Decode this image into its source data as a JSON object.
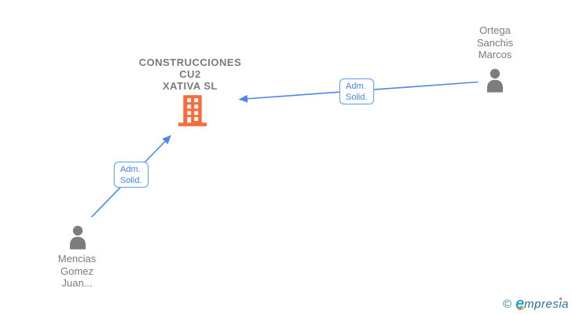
{
  "diagram": {
    "company": {
      "name": "CONSTRUCCIONES CU2 XATIVA SL",
      "name_lines": [
        "CONSTRUCCIONES",
        "CU2",
        "XATIVA SL"
      ],
      "icon": "building-icon"
    },
    "persons": [
      {
        "name": "Ortega Sanchis Marcos",
        "name_lines": [
          "Ortega",
          "Sanchis",
          "Marcos"
        ],
        "icon": "person-icon"
      },
      {
        "name": "Mencias Gomez Juan...",
        "name_lines": [
          "Mencias",
          "Gomez",
          "Juan..."
        ],
        "icon": "person-icon"
      }
    ],
    "edges": [
      {
        "from": "Ortega Sanchis Marcos",
        "to": "CONSTRUCCIONES CU2 XATIVA SL",
        "label": "Adm. Solid.",
        "label_lines": [
          "Adm.",
          "Solid."
        ]
      },
      {
        "from": "Mencias Gomez Juan...",
        "to": "CONSTRUCCIONES CU2 XATIVA SL",
        "label": "Adm. Solid.",
        "label_lines": [
          "Adm.",
          "Solid."
        ]
      }
    ]
  },
  "logo": {
    "copyright": "©",
    "e": "e",
    "rest": "mpresia"
  },
  "colors": {
    "arrow": "#4e86ec",
    "edge_label": "#4285f4",
    "edge_label_border": "#6ea5f7",
    "node_text": "#7b7b7b",
    "person_icon": "#7d7d7d",
    "building_icon": "#fa6a3a",
    "logo_copyright": "#2d7f9c",
    "logo_e": "#2e9fd4",
    "logo_text": "#2d7192",
    "logo_accent": "#f08026"
  }
}
